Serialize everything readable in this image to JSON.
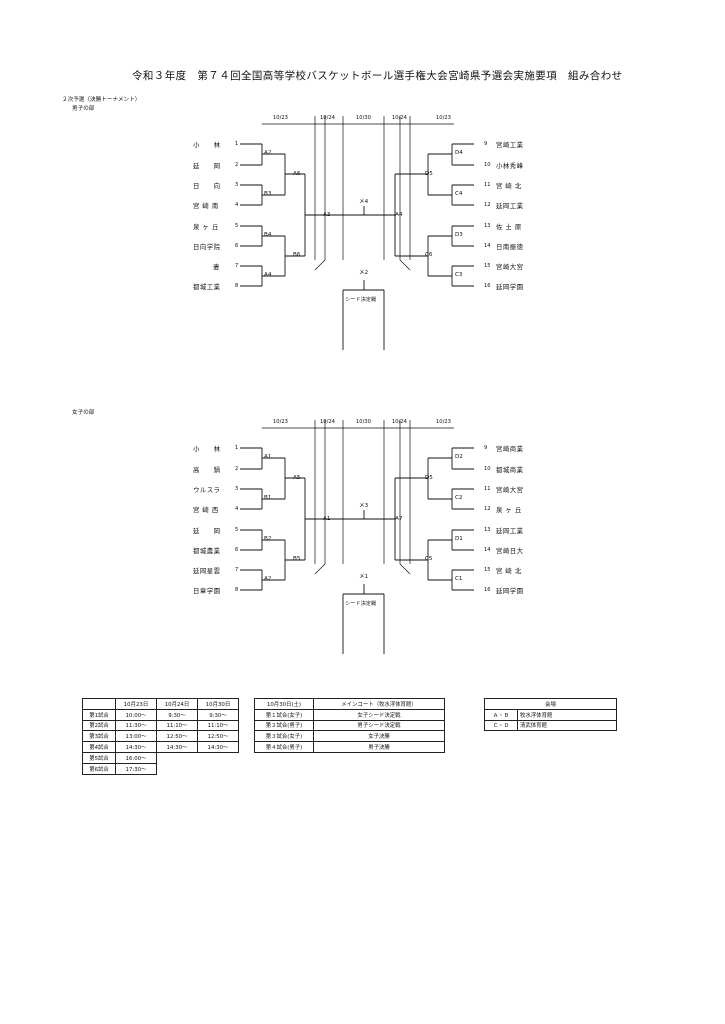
{
  "title": "令和３年度　第７４回全国高等学校バスケットボール選手権大会宮崎県予選会実施要項　組み合わせ",
  "subtitle": "２次予選（決勝トーナメント）",
  "boys": {
    "label": "男子の部",
    "dates": [
      "10/23",
      "10/24",
      "10/30",
      "10/24",
      "10/23"
    ],
    "left_teams": [
      {
        "name": "小　　林",
        "num": "1"
      },
      {
        "name": "延　　岡",
        "num": "2"
      },
      {
        "name": "日　　向",
        "num": "3"
      },
      {
        "name": "宮 崎 南",
        "num": "4"
      },
      {
        "name": "泉 ヶ 丘",
        "num": "5"
      },
      {
        "name": "日向学院",
        "num": "6"
      },
      {
        "name": "妻",
        "num": "7"
      },
      {
        "name": "都城工業",
        "num": "8"
      }
    ],
    "right_teams": [
      {
        "name": "宮崎工業",
        "num": "9"
      },
      {
        "name": "小林秀峰",
        "num": "10"
      },
      {
        "name": "宮 崎 北",
        "num": "11"
      },
      {
        "name": "延岡工業",
        "num": "12"
      },
      {
        "name": "佐 土 原",
        "num": "13"
      },
      {
        "name": "日南振徳",
        "num": "14"
      },
      {
        "name": "宮崎大宮",
        "num": "15"
      },
      {
        "name": "延岡学園",
        "num": "16"
      }
    ],
    "r1_left": [
      "A2",
      "B3",
      "B4",
      "A4"
    ],
    "r2_left": [
      "A6",
      "B6"
    ],
    "r3_left": "A3",
    "r1_right": [
      "D4",
      "C4",
      "D3",
      "C3"
    ],
    "r2_right": [
      "D5",
      "C6"
    ],
    "r3_right": "A4",
    "final": "メ4",
    "seed_match": "メ2",
    "seed_label": "シード決定戦"
  },
  "girls": {
    "label": "女子の部",
    "dates": [
      "10/23",
      "10/24",
      "10/30",
      "10/24",
      "10/23"
    ],
    "left_teams": [
      {
        "name": "小　　林",
        "num": "1"
      },
      {
        "name": "高　　鍋",
        "num": "2"
      },
      {
        "name": "ウルスラ",
        "num": "3"
      },
      {
        "name": "宮 崎 西",
        "num": "4"
      },
      {
        "name": "延　　岡",
        "num": "5"
      },
      {
        "name": "都城農業",
        "num": "6"
      },
      {
        "name": "延岡星雲",
        "num": "7"
      },
      {
        "name": "日章学園",
        "num": "8"
      }
    ],
    "right_teams": [
      {
        "name": "宮崎商業",
        "num": "9"
      },
      {
        "name": "都城商業",
        "num": "10"
      },
      {
        "name": "宮崎大宮",
        "num": "11"
      },
      {
        "name": "泉 ヶ 丘",
        "num": "12"
      },
      {
        "name": "延岡工業",
        "num": "13"
      },
      {
        "name": "宮崎日大",
        "num": "14"
      },
      {
        "name": "宮 崎 北",
        "num": "15"
      },
      {
        "name": "延岡学園",
        "num": "16"
      }
    ],
    "r1_left": [
      "A1",
      "B1",
      "B2",
      "A2"
    ],
    "r2_left": [
      "A5",
      "B5"
    ],
    "r3_left": "A1",
    "r1_right": [
      "D2",
      "C2",
      "D1",
      "C1"
    ],
    "r2_right": [
      "D5",
      "C5"
    ],
    "r3_right": "A7",
    "final": "メ3",
    "seed_match": "メ1",
    "seed_label": "シード決定戦"
  },
  "schedule": {
    "headers": [
      "",
      "10月23日",
      "10月24日",
      "10月30日"
    ],
    "rows": [
      [
        "第1試合",
        "10:00～",
        "9:30～",
        "9:30～"
      ],
      [
        "第2試合",
        "11:30～",
        "11:10～",
        "11:10～"
      ],
      [
        "第3試合",
        "13:00～",
        "12:50～",
        "12:50～"
      ],
      [
        "第4試合",
        "14:30～",
        "14:30～",
        "14:30～"
      ],
      [
        "第5試合",
        "16:00～",
        "",
        ""
      ],
      [
        "第6試合",
        "17:30～",
        "",
        ""
      ]
    ]
  },
  "final_day": {
    "headers": [
      "10月30日(土)",
      "メインコート（牧水浮体育館）"
    ],
    "rows": [
      [
        "第１試合(女子)",
        "女子シード決定戦"
      ],
      [
        "第２試合(男子)",
        "男子シード決定戦"
      ],
      [
        "第３試合(女子)",
        "女子決勝"
      ],
      [
        "第４試合(男子)",
        "男子決勝"
      ]
    ]
  },
  "venues": {
    "header": "会場",
    "rows": [
      [
        "Ａ・Ｂ",
        "牧水浮体育館"
      ],
      [
        "Ｃ・Ｄ",
        "清武体育館"
      ]
    ]
  }
}
